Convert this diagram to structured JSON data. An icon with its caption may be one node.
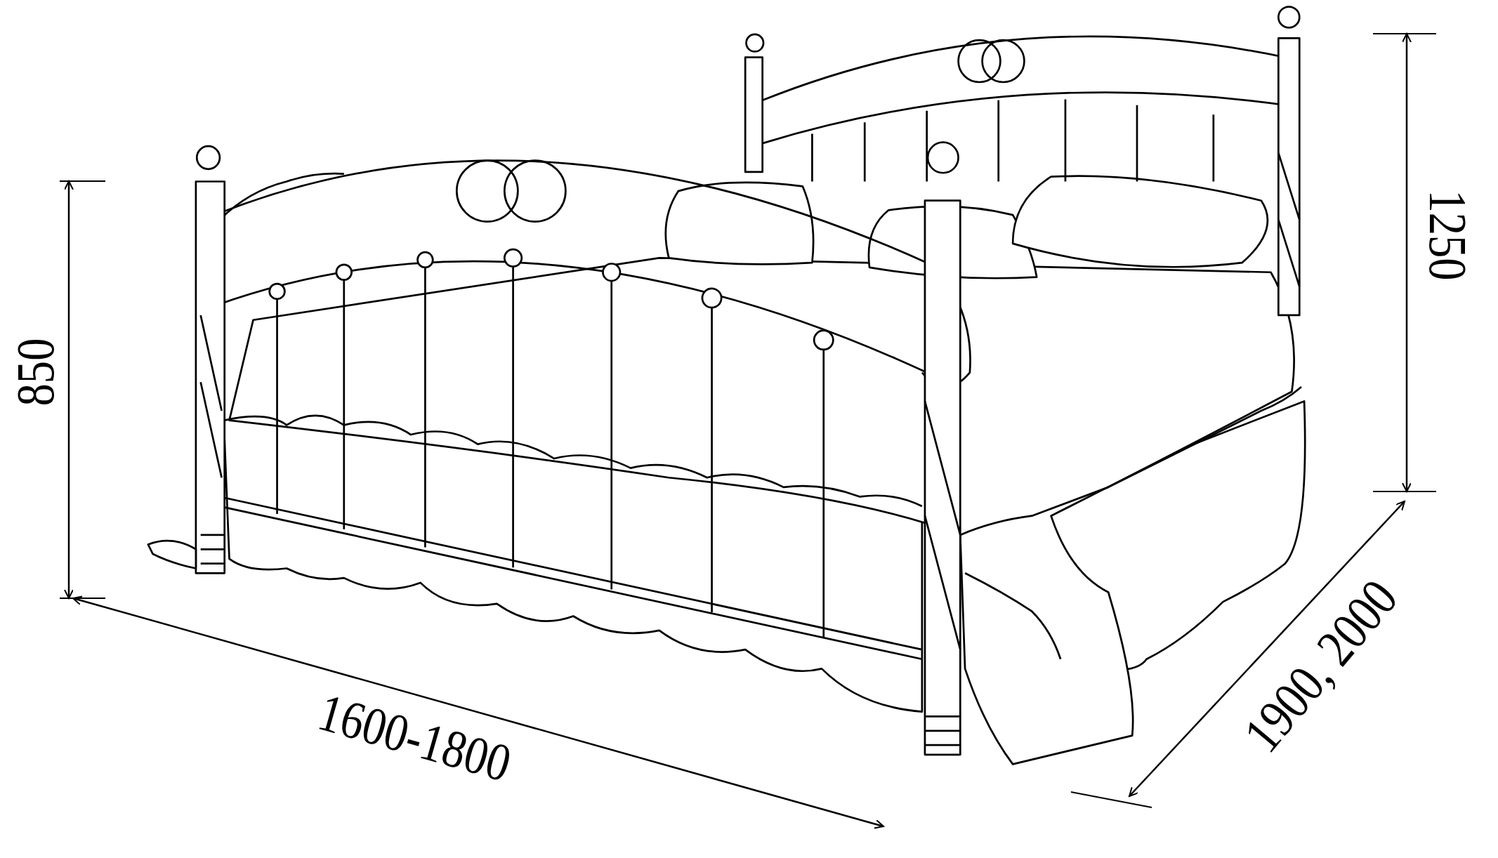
{
  "diagram": {
    "labels": [
      "850",
      "1250",
      "1600-1800",
      "1900, 2000"
    ]
  }
}
